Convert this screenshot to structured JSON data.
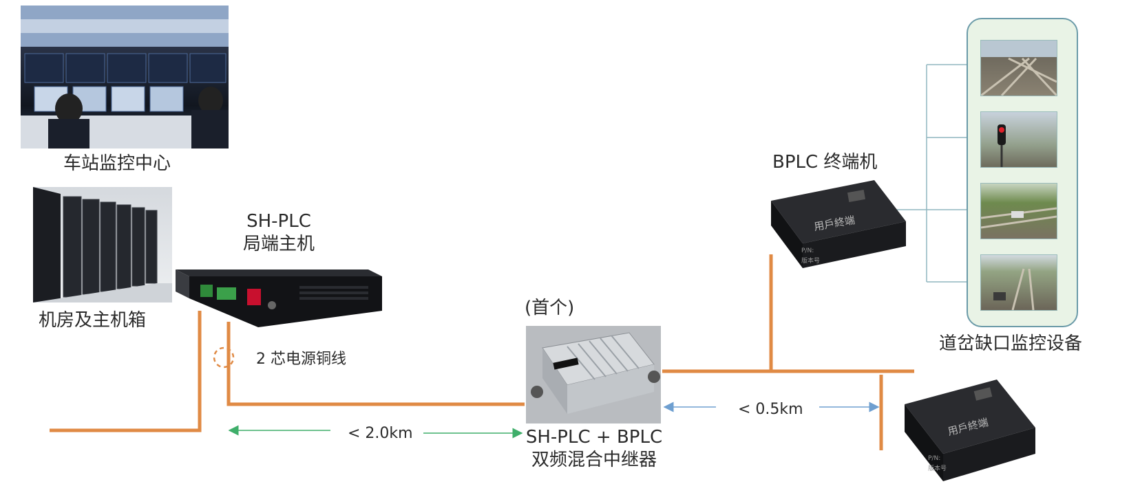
{
  "labels": {
    "monitor_center": "车站监控中心",
    "server_room": "机房及主机箱",
    "sh_plc_line1": "SH-PLC",
    "sh_plc_line2": "局端主机",
    "cable": "2 芯电源铜线",
    "first": "(首个)",
    "repeater_line1": "SH-PLC + BPLC",
    "repeater_line2": "双频混合中继器",
    "distance_2km": "< 2.0km",
    "distance_05km": "< 0.5km",
    "bplc_terminal": "BPLC 终端机",
    "switch_monitor": "道岔缺口监控设备"
  },
  "devices": {
    "user_terminal_text": "用戶終端",
    "terminal_small_1": "P/N:",
    "terminal_small_2": "版本号"
  },
  "colors": {
    "cable": "#e08a44",
    "green_arrow": "#3fae6a",
    "blue_arrow": "#6e9fd0",
    "panel_border": "#6a9aa8",
    "panel_fill": "#e9f3e6"
  }
}
